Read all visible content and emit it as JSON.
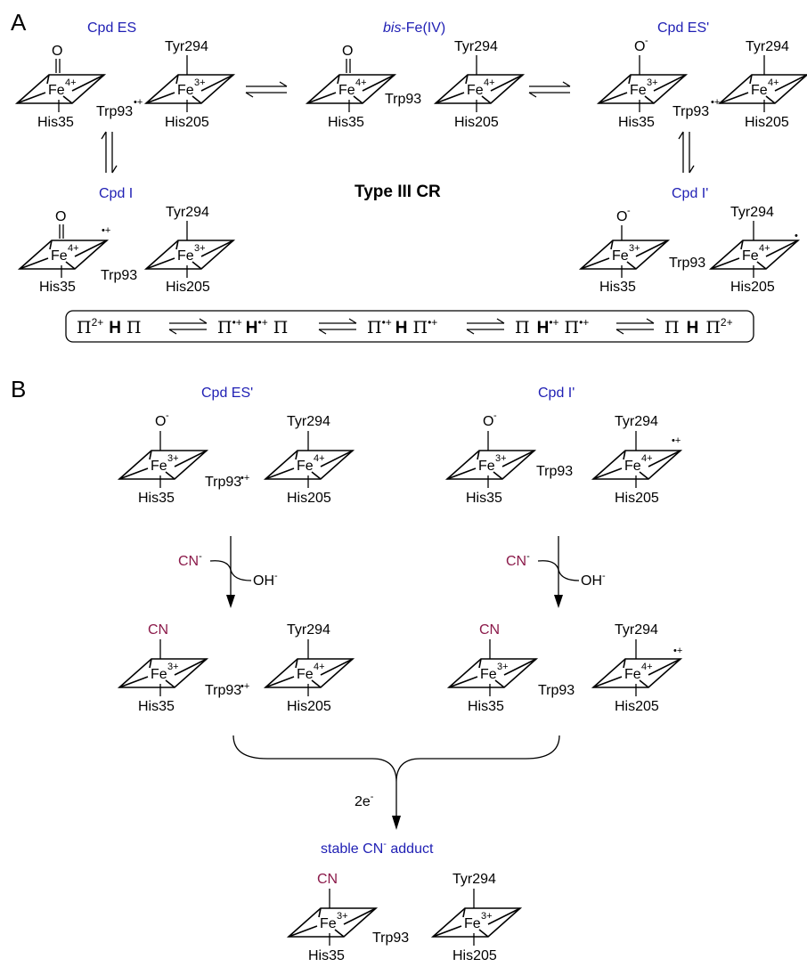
{
  "panels": {
    "a": "A",
    "b": "B"
  },
  "states": {
    "cpd_es": "Cpd ES",
    "bis_fe_prefix": "bis",
    "bis_fe_suffix": "-Fe(IV)",
    "cpd_es_prime": "Cpd ES'",
    "cpd_i": "Cpd I",
    "cpd_i_prime": "Cpd I'",
    "stable_adduct_prefix": "stable CN",
    "stable_adduct_sup": "-",
    "stable_adduct_suffix": " adduct"
  },
  "center_label": "Type III CR",
  "ligands": {
    "fe": "Fe",
    "fe4": "4+",
    "fe3": "3+",
    "oxo": "O",
    "oxide": "O",
    "minus": "-",
    "cyanide": "CN",
    "tyr": "Tyr294",
    "his_a": "His35",
    "his_b": "His205",
    "trp": "Trp93",
    "radical_cation": "•+",
    "radical": "•"
  },
  "reagents": {
    "cn": "CN",
    "cn_sup": "-",
    "oh": "OH",
    "oh_sup": "-",
    "electrons": "2e",
    "electrons_sup": "-"
  },
  "resonance": {
    "pi": "Π",
    "h": "H",
    "sup_2plus": "2+",
    "sup_radcat": "•+"
  },
  "colors": {
    "state_label": "#1f1fb4",
    "cyanide": "#8b1a4a",
    "ink": "#000000"
  }
}
